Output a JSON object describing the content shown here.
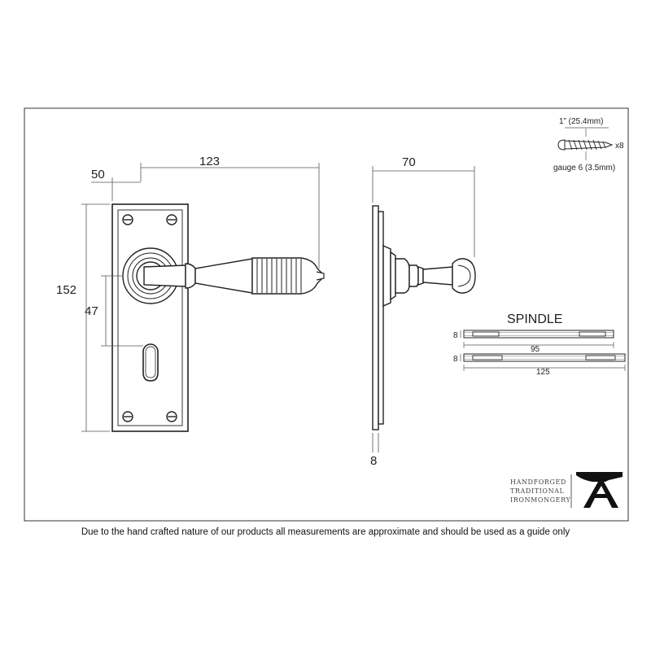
{
  "front_view": {
    "width_label": "50",
    "projection_label": "123",
    "height_label": "152",
    "centres_label": "47"
  },
  "side_view": {
    "projection_label": "70",
    "thickness_label": "8"
  },
  "screw": {
    "length_label": "1” (25.4mm)",
    "quantity_label": "x8",
    "gauge_label": "gauge 6 (3.5mm)"
  },
  "spindle": {
    "title": "SPINDLE",
    "short": {
      "thickness_label": "8",
      "length_label": "95"
    },
    "long": {
      "thickness_label": "8",
      "length_label": "125"
    }
  },
  "brand": {
    "text_lines": [
      "HANDFORGED",
      "TRADITIONAL",
      "IRONMONGERY"
    ],
    "logo": "anvil-A-logo"
  },
  "footer_note": "Due to the hand crafted nature of our products all measurements are approximate and should be used as a guide only"
}
